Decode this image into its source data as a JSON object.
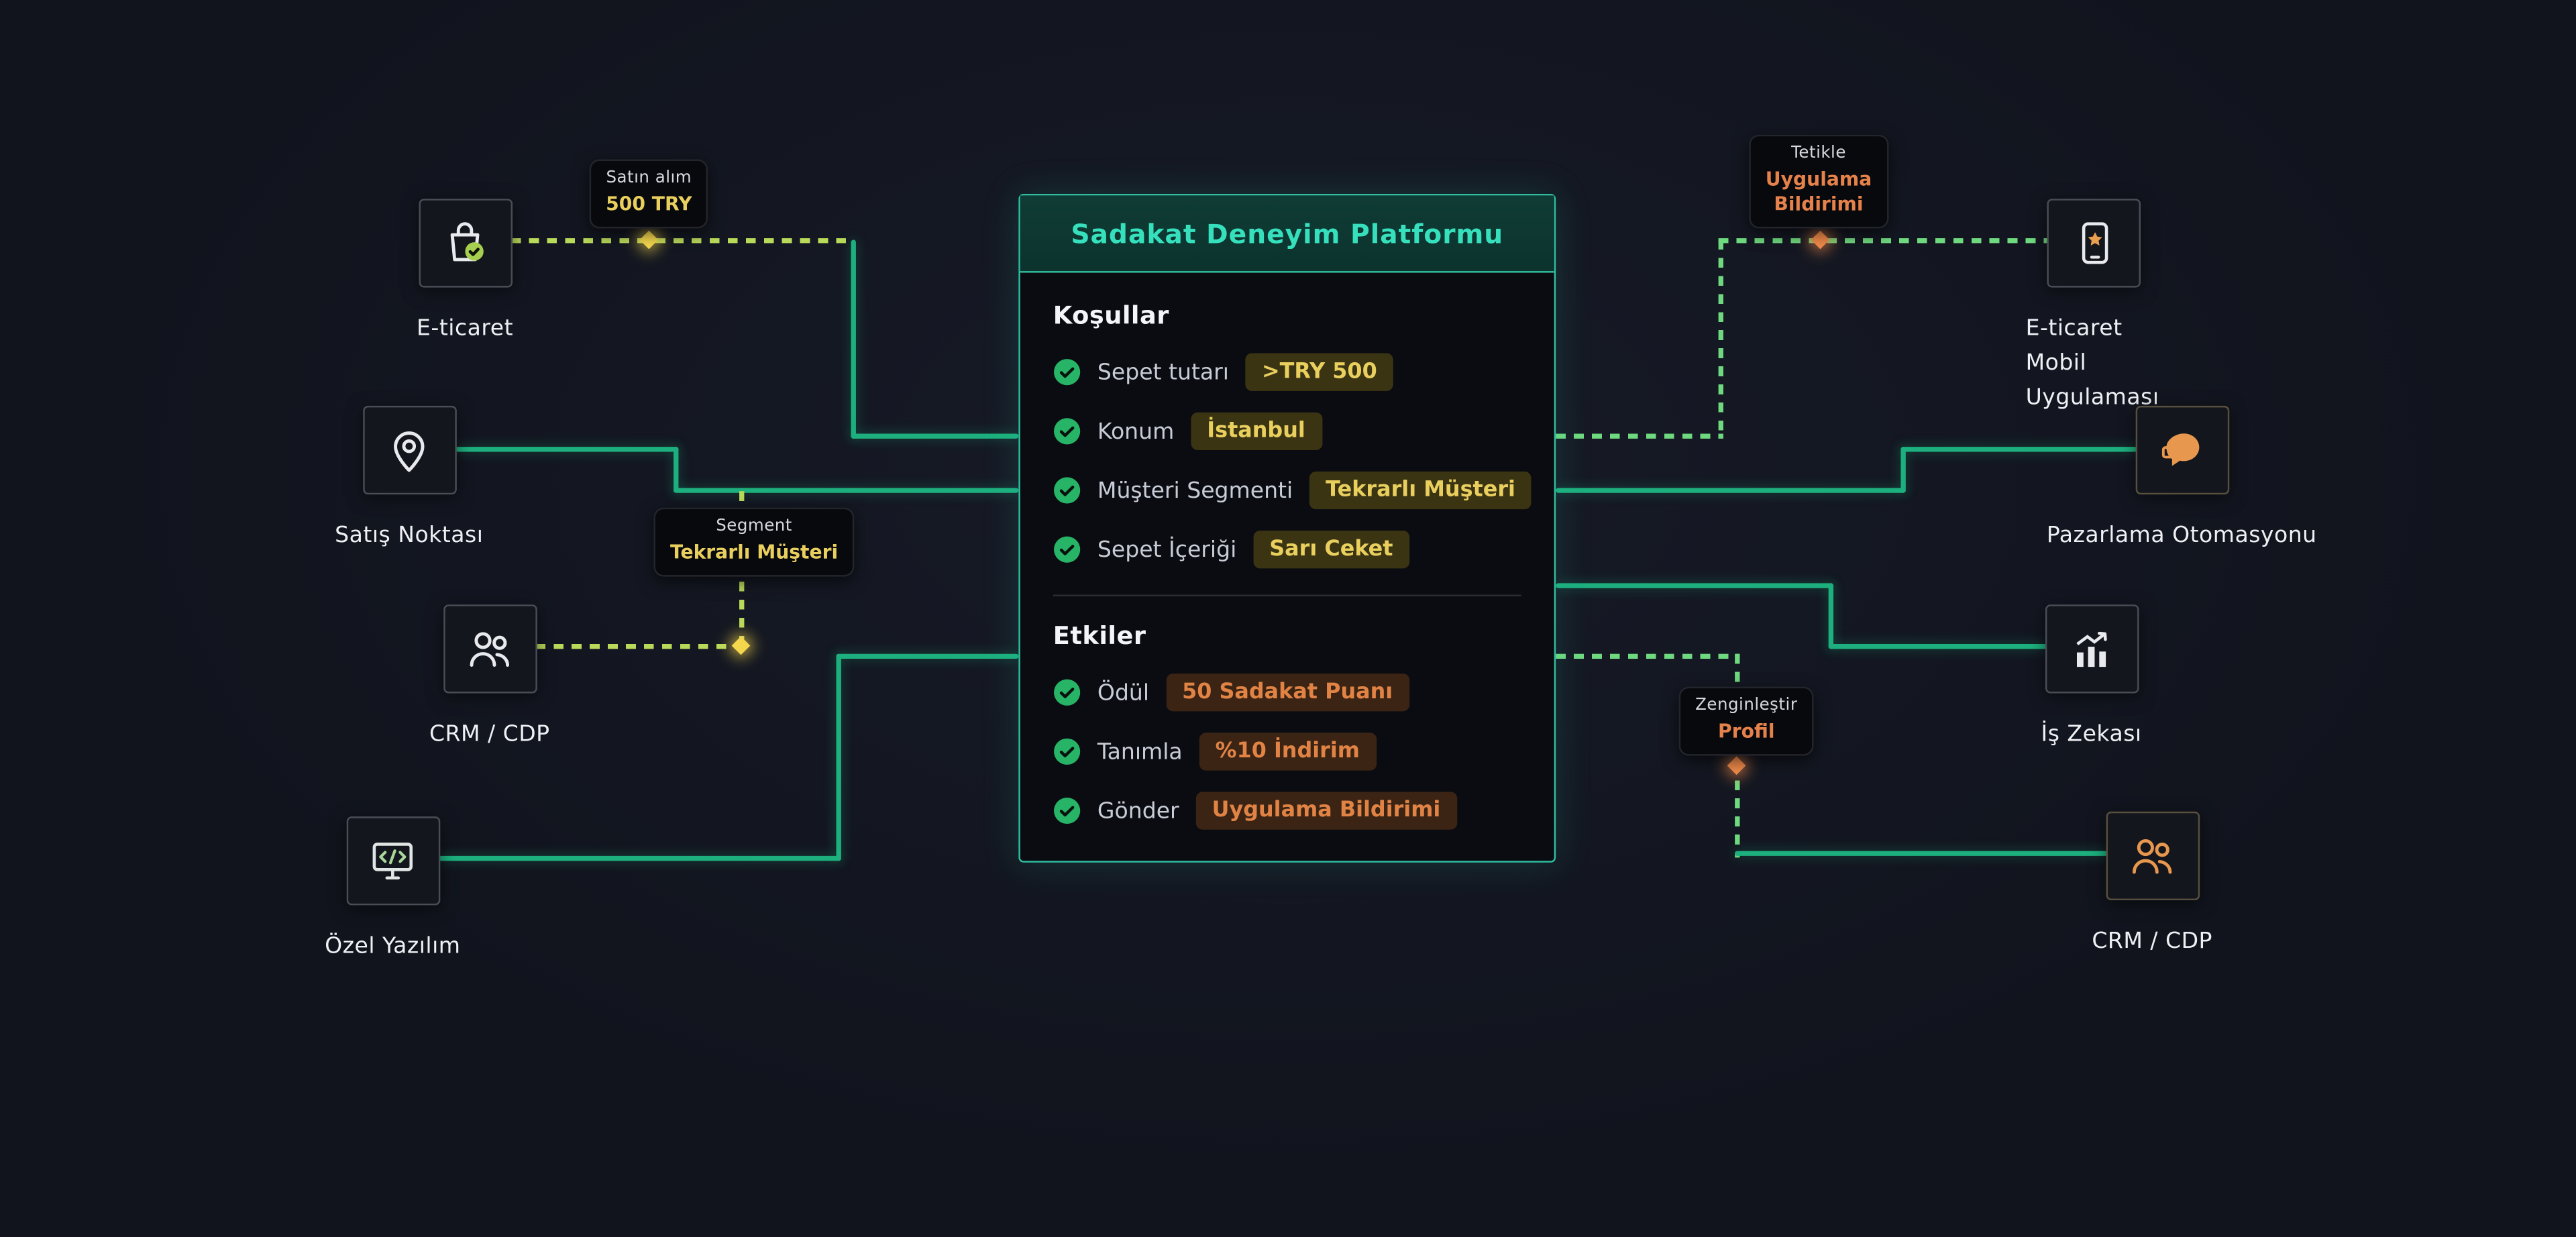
{
  "colors": {
    "background": "#11141d",
    "accent_teal": "#36e0bd",
    "line_green": "#1db07e",
    "dash_yellow": "#b9d95a",
    "dash_green": "#6fd97f",
    "dot_yellow": "#f5d74e",
    "dot_orange": "#f08b4b",
    "badge_yellow_text": "#e9cf5d",
    "badge_orange_text": "#e08345"
  },
  "panel": {
    "title": "Sadakat Deneyim Platformu",
    "sections": {
      "conditions": {
        "heading": "Koşullar",
        "rows": [
          {
            "label": "Sepet tutarı",
            "value": ">TRY 500"
          },
          {
            "label": "Konum",
            "value": "İstanbul"
          },
          {
            "label": "Müşteri Segmenti",
            "value": "Tekrarlı Müşteri"
          },
          {
            "label": "Sepet İçeriği",
            "value": "Sarı Ceket"
          }
        ]
      },
      "effects": {
        "heading": "Etkiler",
        "rows": [
          {
            "label": "Ödül",
            "value": "50 Sadakat Puanı"
          },
          {
            "label": "Tanımla",
            "value": "%10 İndirim"
          },
          {
            "label": "Gönder",
            "value": "Uygulama Bildirimi"
          }
        ]
      }
    }
  },
  "nodes": {
    "ecommerce": {
      "label": "E-ticaret"
    },
    "pos": {
      "label": "Satış Noktası"
    },
    "crm_left": {
      "label": "CRM / CDP"
    },
    "custom_software": {
      "label": "Özel Yazılım"
    },
    "mobile_app": {
      "label": "E-ticaret\nMobil\nUygulaması"
    },
    "marketing_automation": {
      "label": "Pazarlama Otomasyonu"
    },
    "business_intelligence": {
      "label": "İş Zekası"
    },
    "crm_right": {
      "label": "CRM / CDP"
    }
  },
  "connection_labels": {
    "purchase": {
      "title": "Satın alım",
      "value": "500 TRY"
    },
    "segment": {
      "title": "Segment",
      "value": "Tekrarlı Müşteri"
    },
    "trigger": {
      "title": "Tetikle",
      "value": "Uygulama\nBildirimi"
    },
    "enrich": {
      "title": "Zenginleştir",
      "value": "Profil"
    }
  }
}
